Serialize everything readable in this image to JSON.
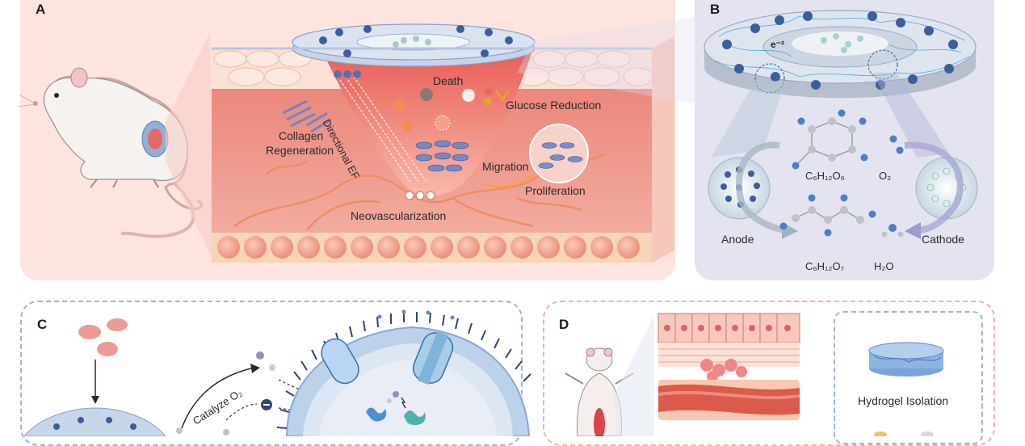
{
  "panels": {
    "a": {
      "letter": "A",
      "labels": {
        "death": "Death",
        "glucose_reduction": "Glucose Reduction",
        "collagen": "Collagen",
        "regeneration": "Regeneration",
        "directional_ef": "Directional EF",
        "migration": "Migration",
        "proliferation": "Proliferation",
        "neovascularization": "Neovascularization"
      }
    },
    "b": {
      "letter": "B",
      "labels": {
        "electron": "e⁻²",
        "glucose": "C₆H₁₂O₆",
        "oxygen": "O₂",
        "anode": "Anode",
        "cathode": "Cathode",
        "gluconic_acid": "C₆H₁₂O₇",
        "water": "H₂O"
      }
    },
    "c": {
      "letter": "C",
      "labels": {
        "catalyze_o2": "Catalyze O₂"
      }
    },
    "d": {
      "letter": "D",
      "labels": {
        "hydrogel_isolation": "Hydrogel Isolation"
      }
    }
  },
  "colors": {
    "panel_a_bg": "#fde4de",
    "panel_b_bg": "#e4e3f0",
    "tissue_red": "#e0675f",
    "border_blue": "#9db4d8",
    "border_red": "#f2b3a6"
  }
}
